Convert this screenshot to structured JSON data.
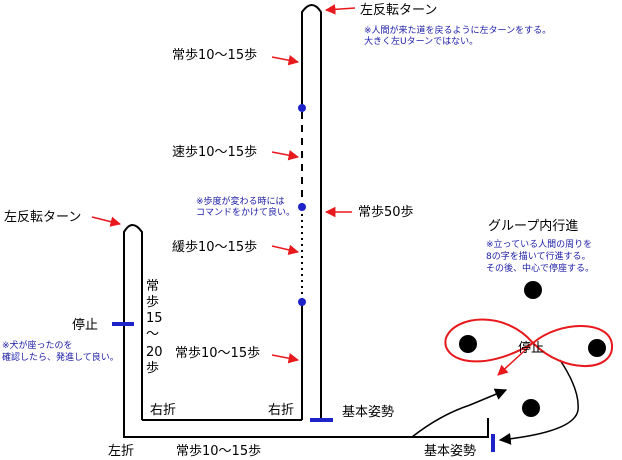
{
  "labels": {
    "left_turn_top": "左反転ターン",
    "left_turn_left": "左反転ターン",
    "normal_top": "常歩10～15歩",
    "fast": "速歩10～15歩",
    "slow": "緩歩10～15歩",
    "normal_bottom": "常歩10～15歩",
    "normal_50": "常歩50歩",
    "normal_vertical": [
      "常",
      "歩",
      "15",
      "～",
      "20",
      "歩"
    ],
    "stop_left": "停止",
    "right_turn_1": "右折",
    "right_turn_2": "右折",
    "basic_posture_1": "基本姿勢",
    "basic_posture_2": "基本姿勢",
    "left_turn_bottom": "左折",
    "normal_bottom_row": "常歩10～15歩",
    "group": "グループ内行進",
    "stop_center": "停止"
  },
  "notes": {
    "top": [
      "※人間が来た道を戻るように左ターンをする。",
      "大きく左Uターンではない。"
    ],
    "pace_change": [
      "※歩度が変わる時には",
      "コマンドをかけて良い。"
    ],
    "dog_sit": [
      "※犬が座ったのを",
      "確認したら、発進して良い。"
    ],
    "group": [
      "※立っている人間の周りを",
      "8の字を描いて行進する。",
      "その後、中心で停座する。"
    ]
  },
  "colors": {
    "path": "#000000",
    "arrow": "#e8191c",
    "marker": "#1d23c9",
    "note": "#1a1aa6",
    "figure8": "#e8191c",
    "person": "#000000"
  }
}
